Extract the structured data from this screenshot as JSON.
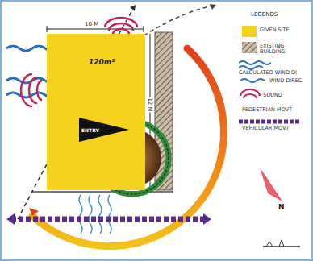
{
  "diagram": {
    "nodes": [
      {
        "text": [
          "120m²"
        ]
      },
      {
        "text": [
          "ENTRY"
        ],
        "in": 0
      }
    ],
    "labels": [
      "10 M",
      "12 M",
      "LEGENDS",
      "N"
    ],
    "legend": [
      {
        "text": "GIVEN SITE",
        "color": "#f5d21e"
      },
      {
        "text": "EXISTING BUILDING"
      },
      {
        "text": "CALCULATED WIND DI"
      },
      {
        "text": "WIND DIREC."
      },
      {
        "text": "SOUND"
      },
      {
        "text": "PEDESTRIAN MOVT"
      },
      {
        "text": "VEHICULAR MOVT"
      }
    ]
  }
}
